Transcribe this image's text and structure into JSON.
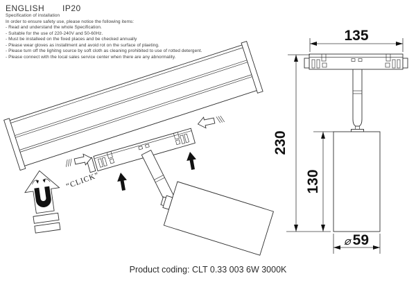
{
  "header": {
    "language": "ENGLISH",
    "ip_rating": "IP20"
  },
  "spec": {
    "title": "Specification of installation",
    "intro": "In order to ensure safety use, please notice the following items:",
    "items": [
      "- Read and understand the whole Specification.",
      "- Suitable for the use of 220-240V and 50-60Hz.",
      "- Must be installeed on the fixed places and be checked annually",
      "- Please wear gloves as installment and avoid rot on the surface of plaeting.",
      "- Please turn off the lighitng source by soft cloth as cleaning prohibited to use of rotted detergent.",
      "- Please connect with the local sales service center when there are any abnormality."
    ]
  },
  "diagram": {
    "click_label": "“CLICK”",
    "dimensions": {
      "width": "135",
      "total_height": "230",
      "body_height": "130",
      "diameter_symbol": "⌀",
      "diameter_value": "59"
    }
  },
  "footer": {
    "product_coding": "Product coding: CLT 0.33 003 6W 3000K"
  },
  "colors": {
    "line": "#2f2f2f",
    "text": "#222222",
    "background": "#ffffff"
  }
}
